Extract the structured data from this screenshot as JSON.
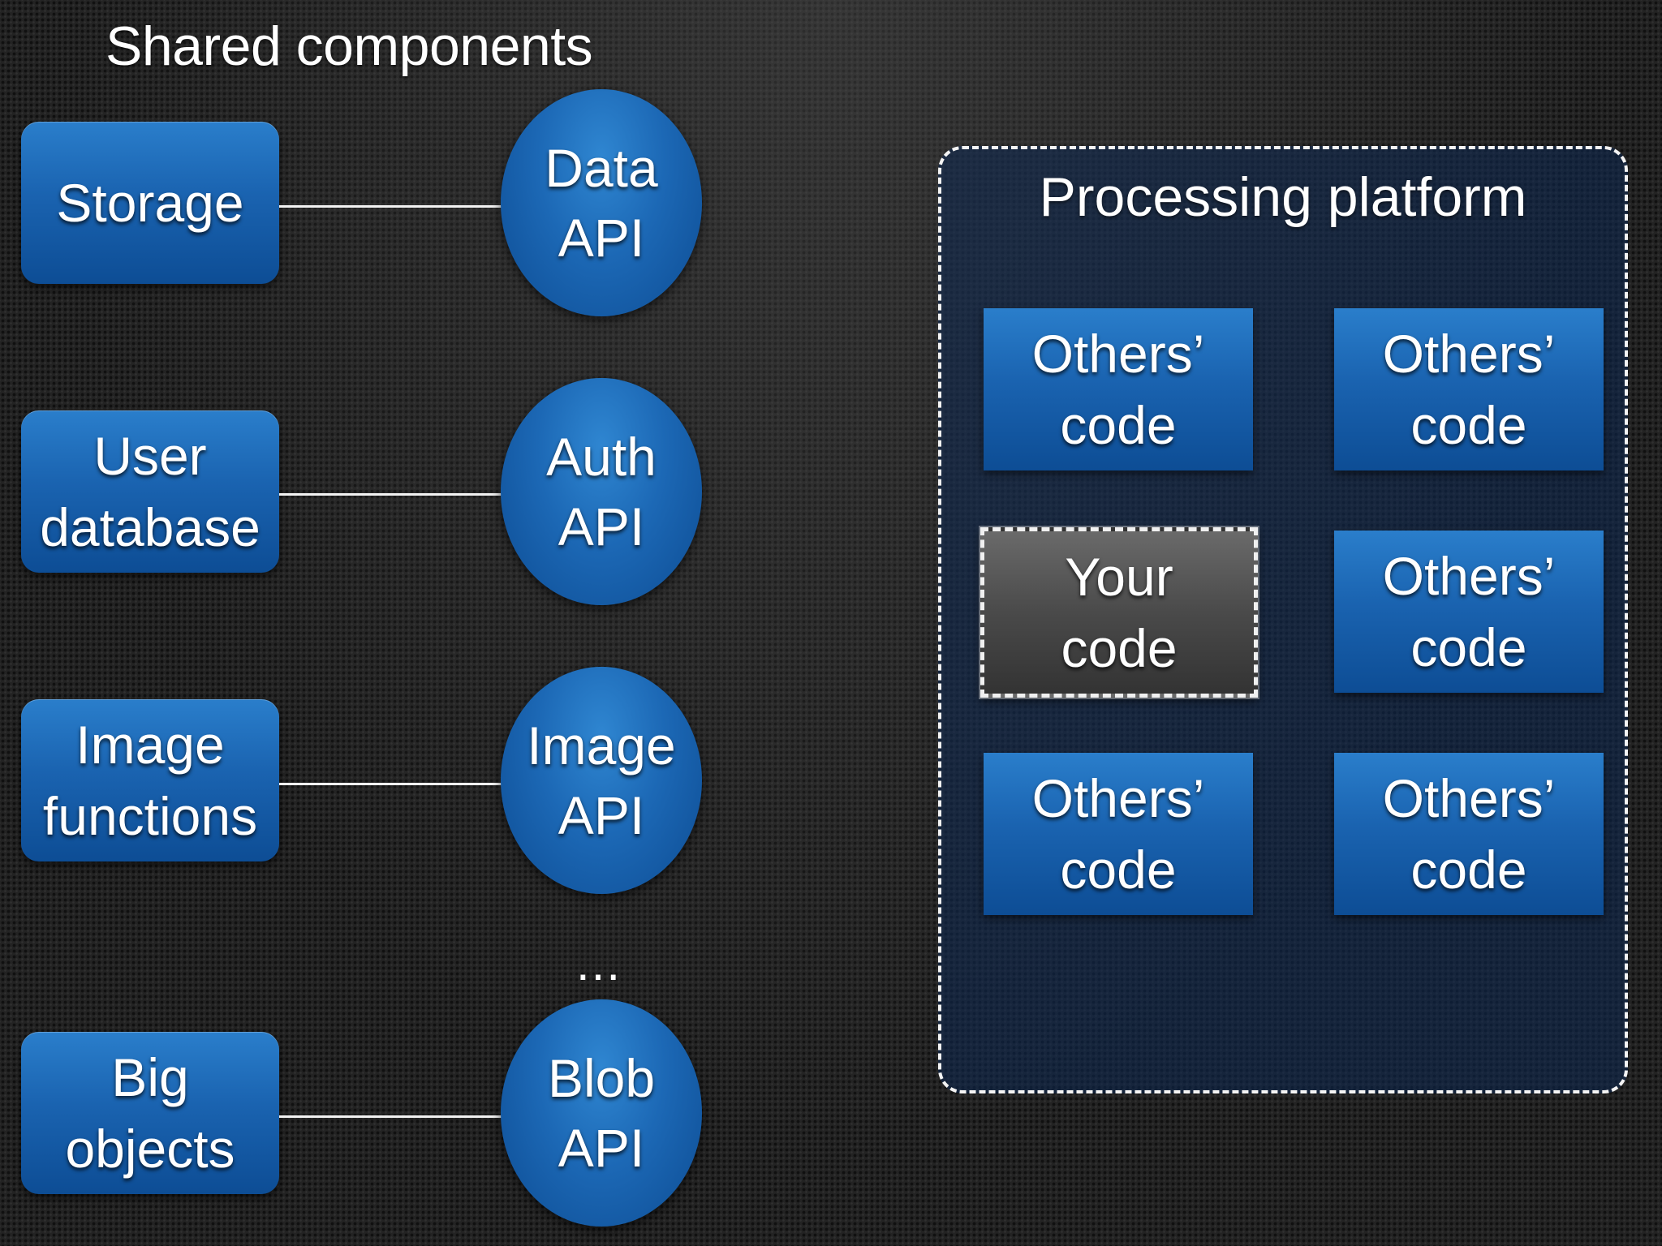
{
  "heading": "Shared components",
  "components": [
    {
      "label": "Storage",
      "api": "Data\nAPI"
    },
    {
      "label": "User\ndatabase",
      "api": "Auth\nAPI"
    },
    {
      "label": "Image\nfunctions",
      "api": "Image\nAPI"
    },
    {
      "label": "Big\nobjects",
      "api": "Blob\nAPI"
    }
  ],
  "ellipsis": "...",
  "platform": {
    "title": "Processing platform",
    "cells": [
      {
        "label": "Others’\ncode"
      },
      {
        "label": "Others’\ncode"
      },
      {
        "label": "Your\ncode"
      },
      {
        "label": "Others’\ncode"
      },
      {
        "label": "Others’\ncode"
      },
      {
        "label": "Others’\ncode"
      }
    ]
  },
  "colors": {
    "box_blue": "#1a63b0",
    "highlight_gray": "#4a4a4a",
    "background": "#232323"
  }
}
